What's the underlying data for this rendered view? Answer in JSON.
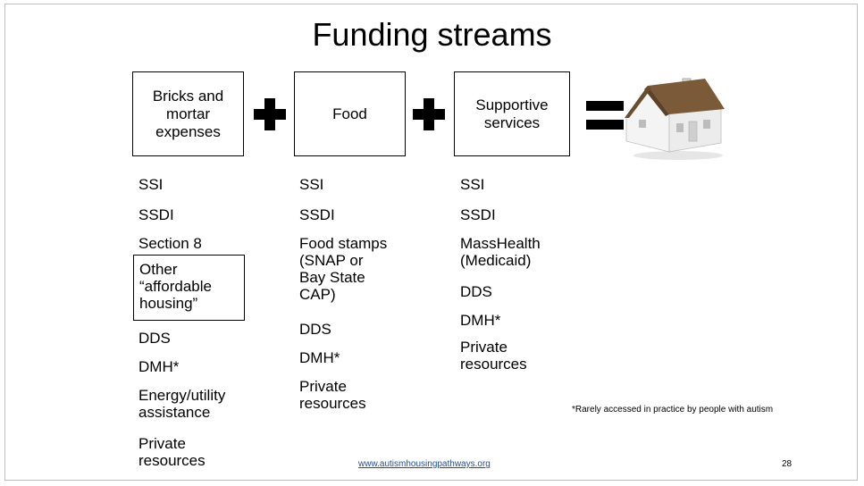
{
  "title": "Funding streams",
  "boxes": {
    "bricks": "Bricks and\nmortar\nexpenses",
    "food": "Food",
    "services": "Supportive\nservices"
  },
  "columns": {
    "bricks": [
      "SSI",
      "SSDI",
      "Section 8",
      "Other\n“affordable\nhousing”",
      "DDS",
      "DMH*",
      "Energy/utility\nassistance",
      "Private\nresources"
    ],
    "food": [
      "SSI",
      "SSDI",
      "Food stamps\n(SNAP or\nBay State\nCAP)",
      "DDS",
      "DMH*",
      "Private\nresources"
    ],
    "services": [
      "SSI",
      "SSDI",
      "MassHealth\n(Medicaid)",
      "DDS",
      "DMH*",
      "Private\nresources"
    ]
  },
  "footnote": "*Rarely accessed in practice by people with autism",
  "url": "www.autismhousingpathways.org",
  "page_number": "28",
  "icons": [
    "plus-icon",
    "equals-icon",
    "house-icon"
  ]
}
